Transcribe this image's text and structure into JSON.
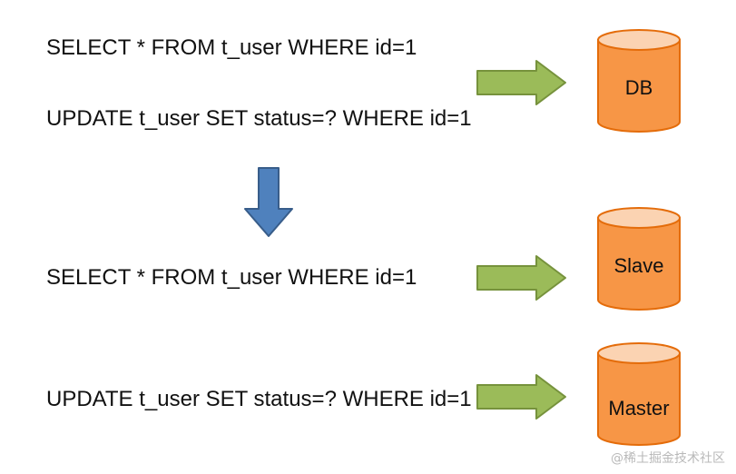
{
  "statements": {
    "top_select": "SELECT * FROM t_user WHERE id=1",
    "top_update": "UPDATE t_user SET status=? WHERE id=1",
    "bottom_select": "SELECT * FROM t_user WHERE id=1",
    "bottom_update": "UPDATE t_user SET status=? WHERE id=1"
  },
  "databases": {
    "db": "DB",
    "slave": "Slave",
    "master": "Master"
  },
  "watermark": "@稀土掘金技术社区",
  "colors": {
    "cylinder_fill": "#f79646",
    "cylinder_top": "#fbd3b2",
    "cylinder_stroke": "#e46c0a",
    "right_arrow_fill": "#9bbb59",
    "right_arrow_stroke": "#76923c",
    "down_arrow_fill": "#4f81bd",
    "down_arrow_stroke": "#385d8a"
  }
}
